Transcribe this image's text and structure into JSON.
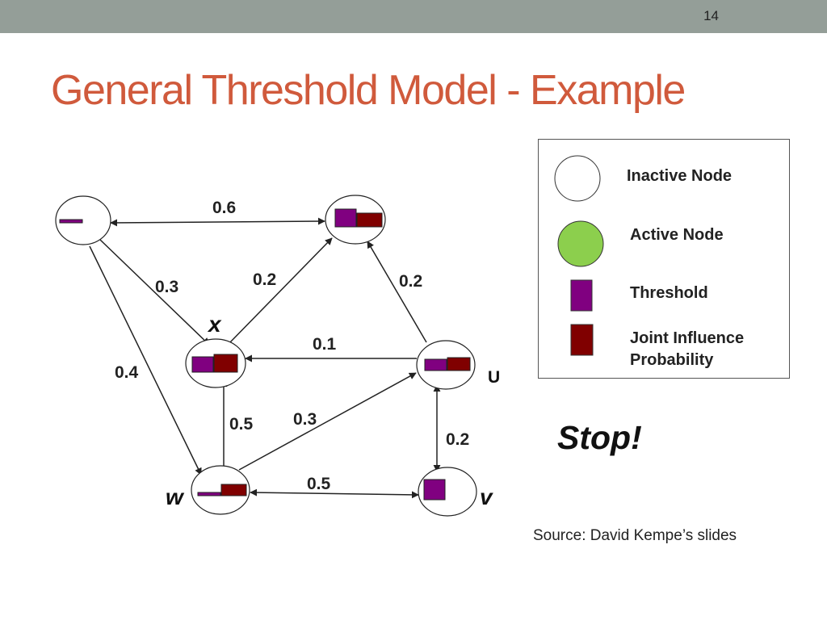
{
  "slide": {
    "number": "14",
    "title": "General Threshold Model - Example"
  },
  "graph": {
    "edge_labels": {
      "tl_tr": "0.6",
      "tl_x": "0.3",
      "x_tr": "0.2",
      "u_tr": "0.2",
      "u_x": "0.1",
      "tl_w": "0.4",
      "w_x": "0.5",
      "w_u": "0.3",
      "u_v": "0.2",
      "w_v": "0.5"
    },
    "node_labels": {
      "x": "x",
      "u": "U",
      "w": "w",
      "v": "v"
    }
  },
  "legend": {
    "inactive": "Inactive Node",
    "active": "Active Node",
    "threshold": "Threshold",
    "joint_line1": "Joint Influence",
    "joint_line2": "Probability",
    "colors": {
      "active": "#8ccf4d",
      "threshold": "#800080",
      "joint_influence": "#800000"
    }
  },
  "status": "Stop!",
  "source": "Source: David Kempe’s slides"
}
